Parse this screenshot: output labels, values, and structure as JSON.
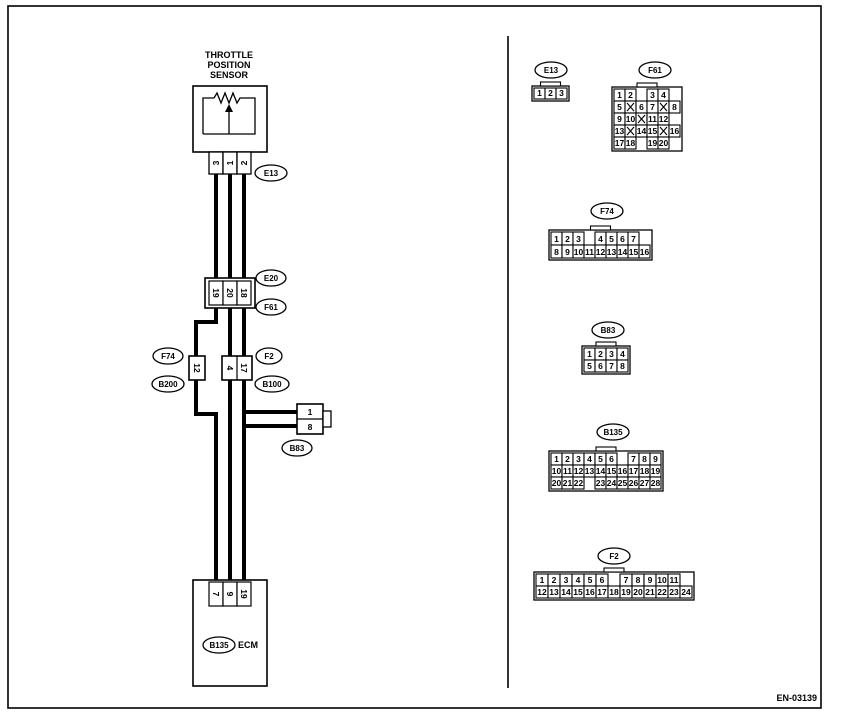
{
  "sensor": {
    "name_line1": "THROTTLE",
    "name_line2": "POSITION",
    "name_line3": "SENSOR",
    "pins": [
      "3",
      "1",
      "2"
    ]
  },
  "ecm": {
    "label": "ECM",
    "connector": "B135",
    "pins": [
      "7",
      "9",
      "19"
    ]
  },
  "connectors": {
    "e13": "E13",
    "e20": "E20",
    "f61": "F61",
    "f74": "F74",
    "b200": "B200",
    "f2": "F2",
    "b100": "B100",
    "b83": "B83"
  },
  "junctions": {
    "e20_f61_pins": [
      "19",
      "20",
      "18"
    ],
    "f74_b200_pins": [
      "12"
    ],
    "f2_b100_pins": [
      "4",
      "17"
    ],
    "b83_pins": [
      "1",
      "8"
    ]
  },
  "faces": {
    "e13": {
      "name": "E13",
      "rows": [
        [
          "1",
          "2",
          "3"
        ]
      ]
    },
    "f61": {
      "name": "F61",
      "rows": [
        [
          "1",
          "2",
          "",
          "3",
          "4"
        ],
        [
          "5",
          "X",
          "6",
          "7",
          "X",
          "8"
        ],
        [
          "9",
          "10",
          "X",
          "11",
          "12"
        ],
        [
          "13",
          "X",
          "14",
          "15",
          "X",
          "16"
        ],
        [
          "17",
          "18",
          "",
          "19",
          "20"
        ]
      ]
    },
    "f74": {
      "name": "F74",
      "rows": [
        [
          "1",
          "2",
          "3",
          "",
          "4",
          "5",
          "6",
          "7"
        ],
        [
          "8",
          "9",
          "10",
          "11",
          "12",
          "13",
          "14",
          "15",
          "16"
        ]
      ]
    },
    "b83": {
      "name": "B83",
      "rows": [
        [
          "1",
          "2",
          "3",
          "4"
        ],
        [
          "5",
          "6",
          "7",
          "8"
        ]
      ]
    },
    "b135": {
      "name": "B135",
      "rows": [
        [
          "1",
          "2",
          "3",
          "4",
          "5",
          "6",
          "",
          "7",
          "8",
          "9"
        ],
        [
          "10",
          "11",
          "12",
          "13",
          "14",
          "15",
          "16",
          "17",
          "18",
          "19"
        ],
        [
          "20",
          "21",
          "22",
          "",
          "23",
          "24",
          "25",
          "26",
          "27",
          "28"
        ]
      ]
    },
    "f2": {
      "name": "F2",
      "rows": [
        [
          "1",
          "2",
          "3",
          "4",
          "5",
          "6",
          "",
          "7",
          "8",
          "9",
          "10",
          "11"
        ],
        [
          "12",
          "13",
          "14",
          "15",
          "16",
          "17",
          "18",
          "19",
          "20",
          "21",
          "22",
          "23",
          "24"
        ]
      ]
    }
  },
  "figure_code": "EN-03139"
}
